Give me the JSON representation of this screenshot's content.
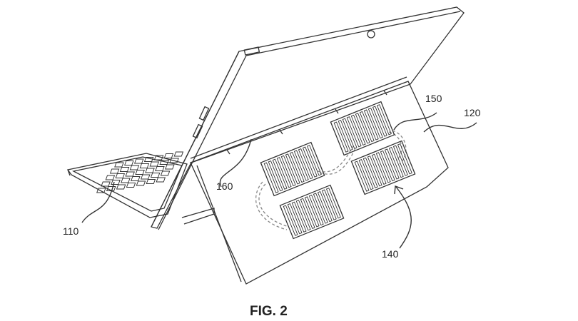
{
  "figure": {
    "caption": "FIG. 2",
    "labels": {
      "keyboard": "110",
      "kickstand": "120",
      "vents": "140",
      "heat_path": "150",
      "hinge": "160"
    },
    "colors": {
      "line": "#333333",
      "dashed": "#888888"
    }
  }
}
